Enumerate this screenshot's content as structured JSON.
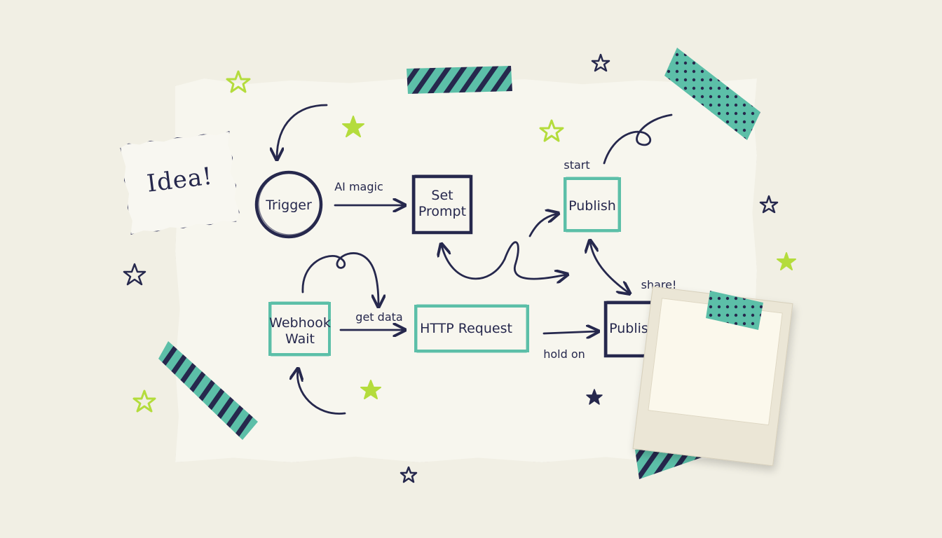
{
  "note": {
    "text": "Idea!"
  },
  "nodes": {
    "trigger": "Trigger",
    "set_prompt": [
      "Set",
      "Prompt"
    ],
    "publish_top": "Publish",
    "webhook_wait": [
      "Webhook",
      "Wait"
    ],
    "http_request": "HTTP Request",
    "publish_bottom": "Publish"
  },
  "annotations": {
    "ai_magic": "AI magic",
    "start": "start",
    "get_data": "get data",
    "hold_on": "hold on",
    "share": "share!"
  },
  "colors": {
    "ink": "#26284d",
    "teal": "#5cbfa8",
    "lime": "#b4dc3c",
    "background": "#f1efe4",
    "paper": "#f7f6ee"
  }
}
